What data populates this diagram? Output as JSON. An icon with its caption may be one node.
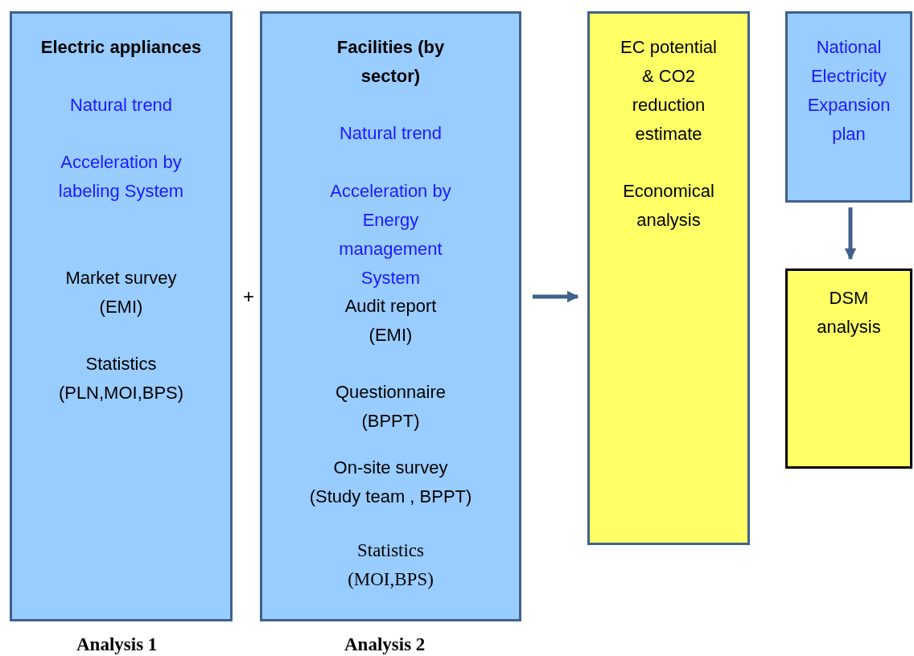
{
  "diagram": {
    "nodes": [
      {
        "text": [
          "Electric appliances",
          "Natural trend",
          "Acceleration by labeling System",
          "Market survey (EMI)",
          "Statistics (PLN,MOI,BPS)"
        ],
        "beside": [
          "Analysis 1"
        ]
      },
      {
        "text": [
          "Facilities (by sector)",
          "Natural trend",
          "Acceleration by Energy management System",
          "Audit report (EMI)",
          "Questionnaire (BPPT)",
          "On-site survey (Study team , BPPT)",
          "Statistics (MOI,BPS)"
        ],
        "beside": [
          "Analysis 2"
        ]
      },
      {
        "text": [
          "EC potential & CO2 reduction estimate",
          "Economical analysis"
        ]
      },
      {
        "text": [
          "National Electricity Expansion plan"
        ]
      },
      {
        "text": [
          "DSM analysis"
        ]
      }
    ],
    "edges": [
      {
        "from": 1,
        "to": 2,
        "arrow": "to"
      },
      {
        "from": 3,
        "to": 4,
        "arrow": "to"
      }
    ],
    "labels": [
      "+"
    ]
  }
}
